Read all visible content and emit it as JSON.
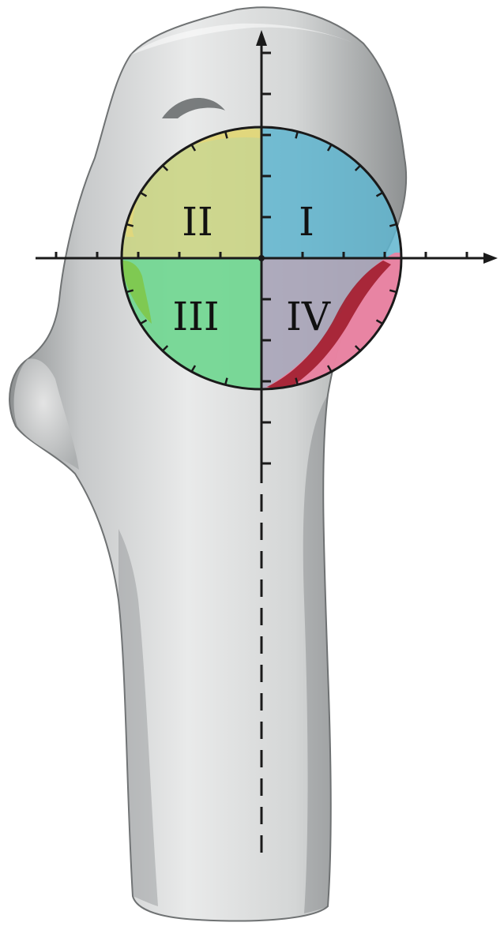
{
  "quadrants": [
    {
      "id": "I",
      "label": "I",
      "color": "#5fb5cf"
    },
    {
      "id": "II",
      "label": "II",
      "color": "#c9d37f"
    },
    {
      "id": "III",
      "label": "III",
      "color": "#6ed68f"
    },
    {
      "id": "IV",
      "label": "IV",
      "color": "#a8a4b8"
    }
  ],
  "overlays": {
    "superior_rim": "#e4d77a",
    "left_rim": "#7fc84a",
    "inferior_posterior": "#ee7fa0",
    "inferior_posterior_dark": "#a11d2e"
  },
  "colors": {
    "bone_light": "#e6e7e7",
    "bone_mid": "#b9bbbc",
    "bone_dark": "#7f8283",
    "axis": "#1a1a1a",
    "ellipse_outline": "#1a1a1a"
  }
}
